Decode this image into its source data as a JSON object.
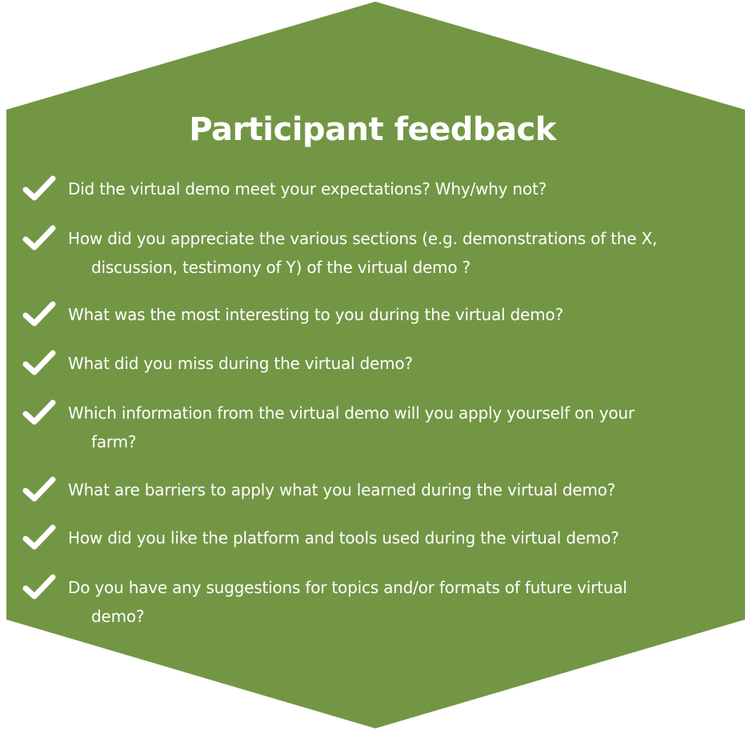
{
  "colors": {
    "hexagon_fill": "#739645",
    "text": "#ffffff",
    "checkmark": "#ffffff"
  },
  "title": "Participant feedback",
  "items": [
    {
      "icon": "checkmark-icon",
      "line1": "Did the virtual demo meet your expectations? Why/why not?",
      "line2": ""
    },
    {
      "icon": "checkmark-icon",
      "line1": "How did you appreciate the various sections (e.g. demonstrations of the X,",
      "line2": "discussion, testimony of Y) of the virtual demo ?"
    },
    {
      "icon": "checkmark-icon",
      "line1": "What was the most interesting to you during the virtual demo?",
      "line2": ""
    },
    {
      "icon": "checkmark-icon",
      "line1": "What did you miss during the virtual demo?",
      "line2": ""
    },
    {
      "icon": "checkmark-icon",
      "line1": "Which information from the virtual demo will you apply yourself on your",
      "line2": "farm?"
    },
    {
      "icon": "checkmark-icon",
      "line1": "What are barriers to apply what you learned during the virtual demo?",
      "line2": ""
    },
    {
      "icon": "checkmark-icon",
      "line1": "How did you like the platform and tools used during the virtual demo?",
      "line2": ""
    },
    {
      "icon": "checkmark-icon",
      "line1": "Do you have any suggestions for topics and/or formats of future virtual",
      "line2": "demo?"
    }
  ]
}
